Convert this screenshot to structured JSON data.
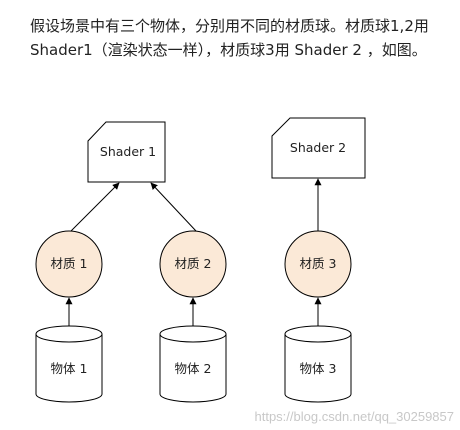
{
  "intro": {
    "text": "假设场景中有三个物体，分别用不同的材质球。材质球1,2用Shader1（渲染状态一样），材质球3用 Shader 2 ，如图。"
  },
  "diagram": {
    "shaders": [
      {
        "label": "Shader 1"
      },
      {
        "label": "Shader 2"
      }
    ],
    "materials": [
      {
        "label": "材质 1"
      },
      {
        "label": "材质 2"
      },
      {
        "label": "材质 3"
      }
    ],
    "objects": [
      {
        "label": "物体 1"
      },
      {
        "label": "物体 2"
      },
      {
        "label": "物体 3"
      }
    ],
    "colors": {
      "material_fill": "#fbe9d7",
      "stroke": "#000000",
      "shader_fill": "#ffffff",
      "object_fill": "#ffffff"
    }
  },
  "watermark": "https://blog.csdn.net/qq_30259857"
}
